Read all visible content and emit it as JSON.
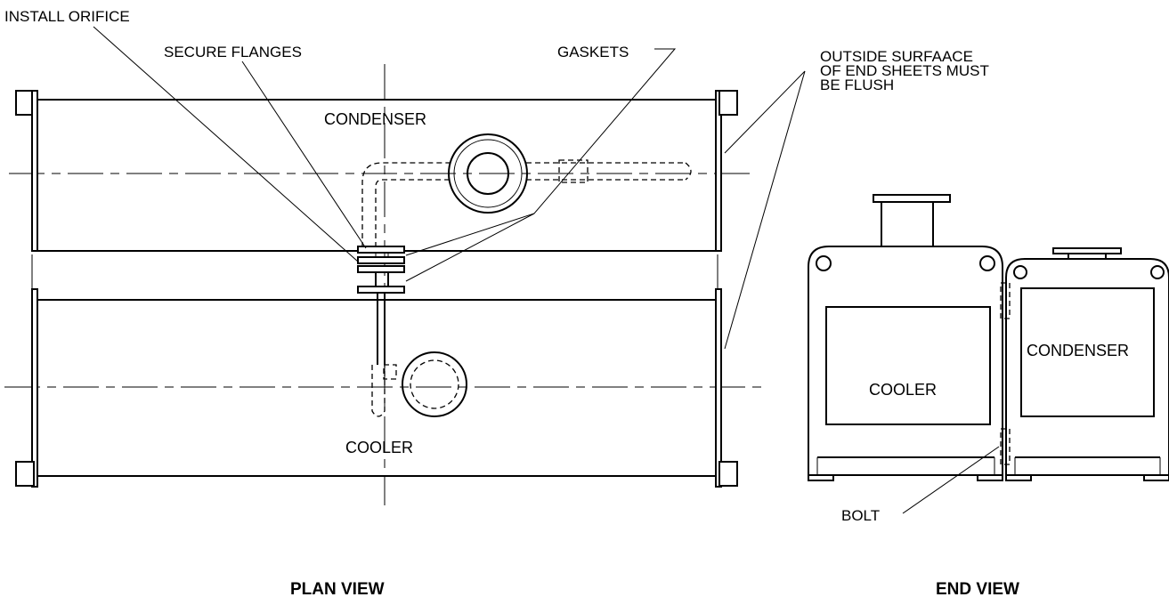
{
  "labels": {
    "install_orifice": "INSTALL ORIFICE",
    "secure_flanges": "SECURE FLANGES",
    "gaskets": "GASKETS",
    "flush_note": [
      "OUTSIDE SURFAACE",
      "OF END SHEETS MUST",
      "BE FLUSH"
    ],
    "plan_condenser": "CONDENSER",
    "plan_cooler": "COOLER",
    "end_cooler": "COOLER",
    "end_condenser": "CONDENSER",
    "bolt": "BOLT"
  },
  "titles": {
    "plan_view": "PLAN VIEW",
    "end_view": "END VIEW"
  }
}
